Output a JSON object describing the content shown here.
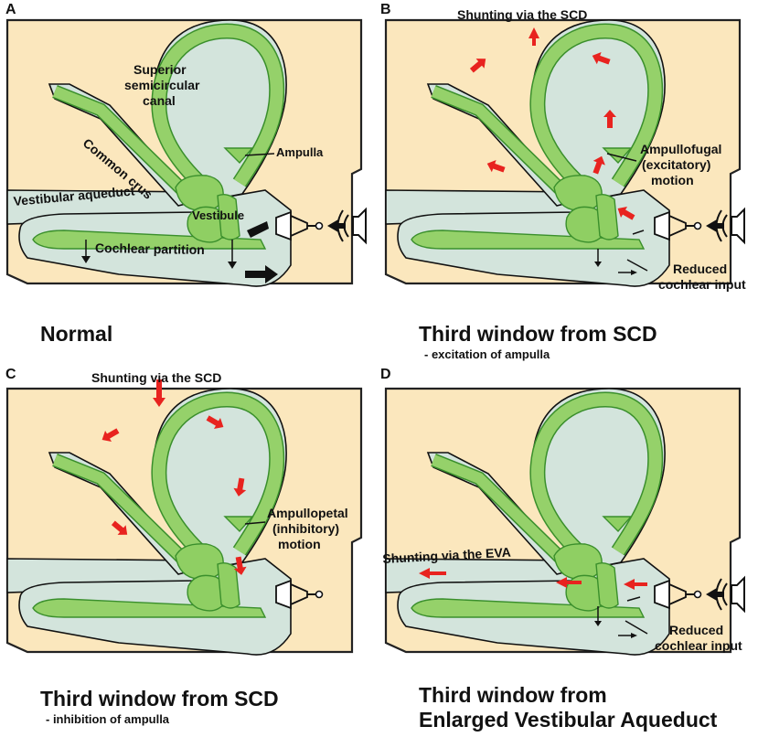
{
  "panels": {
    "a": {
      "letter": "A",
      "title": "Normal",
      "labels": {
        "superior": "Superior",
        "semicircular": "semicircular",
        "canal": "canal",
        "common_crus": "Common crus",
        "ampulla": "Ampulla",
        "vestibular_aqueduct": "Vestibular aqueduct",
        "vestibule": "Vestibule",
        "cochlear_partition": "Cochlear partition"
      }
    },
    "b": {
      "letter": "B",
      "title": "Third window from SCD",
      "subtitle": "- excitation of ampulla",
      "labels": {
        "shunting": "Shunting via the SCD",
        "ampullofugal": "Ampullofugal",
        "excitatory": "(excitatory)",
        "motion": "motion",
        "reduced": "Reduced",
        "cochlear_input": "cochlear input"
      }
    },
    "c": {
      "letter": "C",
      "title": "Third window from SCD",
      "subtitle": "- inhibition of ampulla",
      "labels": {
        "shunting": "Shunting via the SCD",
        "ampullopetal": "Ampullopetal",
        "inhibitory": "(inhibitory)",
        "motion": "motion"
      }
    },
    "d": {
      "letter": "D",
      "title_line1": "Third window from",
      "title_line2": "Enlarged Vestibular Aqueduct",
      "labels": {
        "shunting_eva": "Shunting via the EVA",
        "reduced": "Reduced",
        "cochlear_input": "cochlear input"
      }
    }
  },
  "icons": {
    "speaker": "speaker-icon",
    "stapes": "stapes-icon"
  },
  "colors": {
    "bone": "#fbe7bd",
    "perilymph": "#d3e4dc",
    "endolymph": "#95d16a",
    "arrow_red": "#e8231f",
    "arrow_black": "#111111"
  }
}
